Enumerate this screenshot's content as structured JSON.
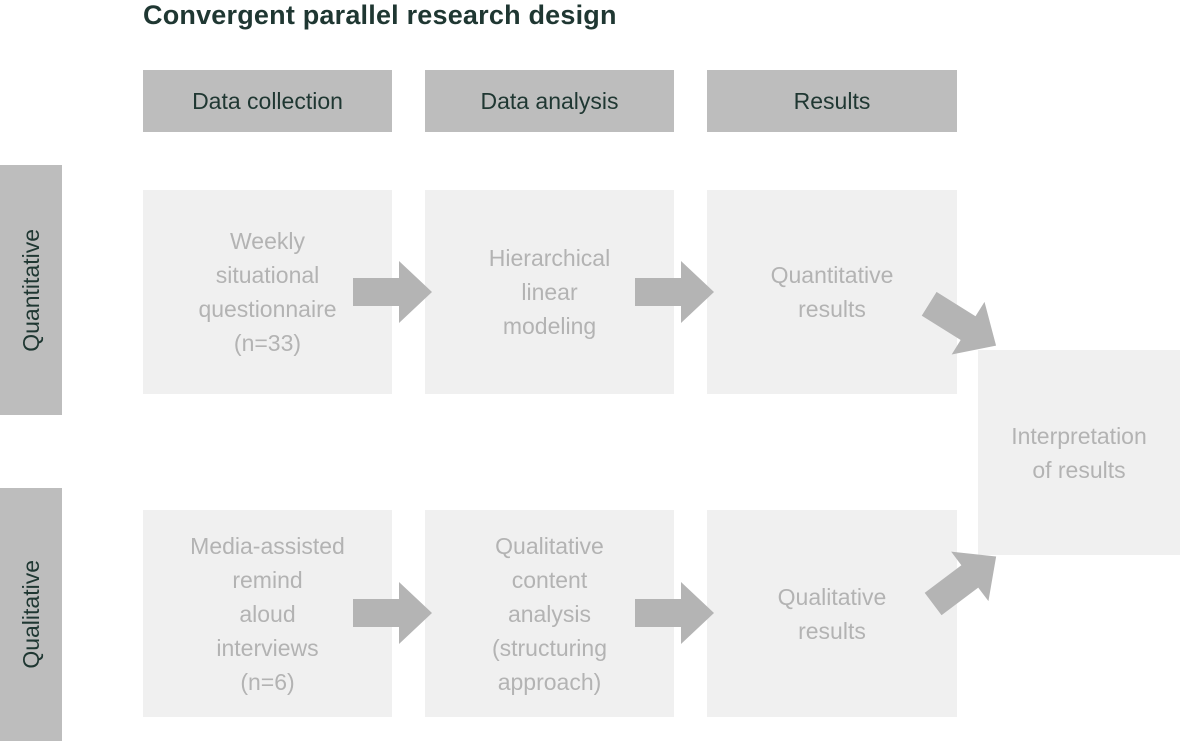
{
  "title": "Convergent parallel research design",
  "colors": {
    "header_bg": "#bdbdbd",
    "cell_bg": "#f0f0f0",
    "dark_text": "#1f3732",
    "muted_text": "#b3b3b3",
    "arrow": "#b4b4b4",
    "background": "#ffffff"
  },
  "columns": {
    "collection": "Data collection",
    "analysis": "Data analysis",
    "results": "Results"
  },
  "rows": {
    "quantitative": {
      "label": "Quantitative",
      "collection": "Weekly\nsituational\nquestionnaire\n(n=33)",
      "analysis": "Hierarchical\nlinear\nmodeling",
      "results": "Quantitative\nresults"
    },
    "qualitative": {
      "label": "Qualitative",
      "collection": "Media-assisted\nremind\naloud\ninterviews\n(n=6)",
      "analysis": "Qualitative\ncontent\nanalysis\n(structuring\napproach)",
      "results": "Qualitative\nresults"
    }
  },
  "final_box": "Interpretation\nof results",
  "icons": {
    "flow_arrow": "right-block-arrow"
  }
}
